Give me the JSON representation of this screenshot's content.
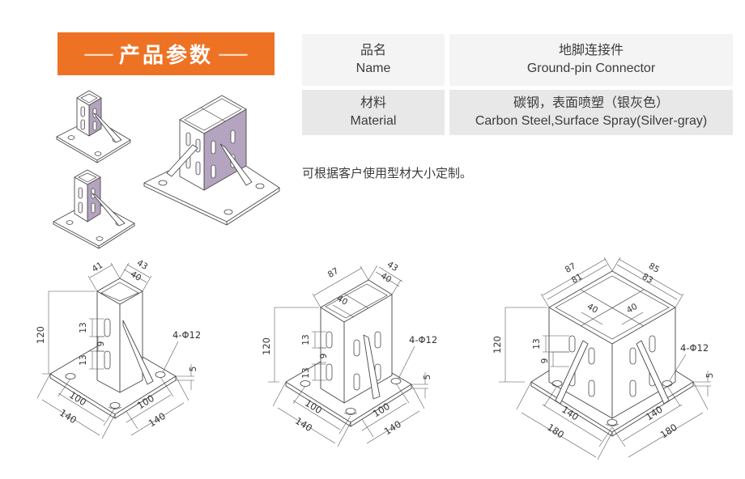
{
  "banner": {
    "title": "产品参数",
    "dash": "—",
    "bg_color": "#ee7223"
  },
  "table": {
    "rows": [
      {
        "label_zh": "品名",
        "label_en": "Name",
        "value_zh": "地脚连接件",
        "value_en": "Ground-pin Connector"
      },
      {
        "label_zh": "材料",
        "label_en": "Material",
        "value_zh": "碳钢，表面喷塑（银灰色）",
        "value_en": "Carbon Steel,Surface Spray(Silver-gray)"
      }
    ]
  },
  "note": "可根据客户使用型材大小定制。",
  "drawings": {
    "d1": {
      "height": "120",
      "slot_len_top": "13",
      "slot_gap": "9",
      "slot_len_bottom": "13",
      "holes_callout": "4-Φ12",
      "plate_thickness": "5",
      "bolt_span_left": "100",
      "plate_width_left": "140",
      "bolt_span_right": "100",
      "plate_width_right": "140",
      "top_width_left": "41",
      "top_width_right_outer": "43",
      "top_width_right_inner": "40"
    },
    "d2": {
      "height": "120",
      "slot_len_top": "13",
      "slot_gap": "9",
      "slot_len_bottom": "13",
      "channel_width": "40",
      "holes_callout": "4-Φ12",
      "plate_thickness": "5",
      "bolt_span_left": "100",
      "plate_width_left": "140",
      "bolt_span_right": "100",
      "plate_width_right": "140",
      "top_width_left": "87",
      "top_width_right_outer": "43",
      "top_width_right_inner": "40"
    },
    "d3": {
      "height": "120",
      "slot_len_top": "13",
      "slot_gap": "9",
      "channel_width_left": "40",
      "channel_width_right": "40",
      "holes_callout": "4-Φ12",
      "plate_thickness": "5",
      "bolt_span_left": "140",
      "plate_width_left": "180",
      "bolt_span_right": "140",
      "plate_width_right": "180",
      "top_width_left_outer": "87",
      "top_width_left_inner": "81",
      "top_width_right_outer": "85",
      "top_width_right_inner": "83"
    }
  }
}
